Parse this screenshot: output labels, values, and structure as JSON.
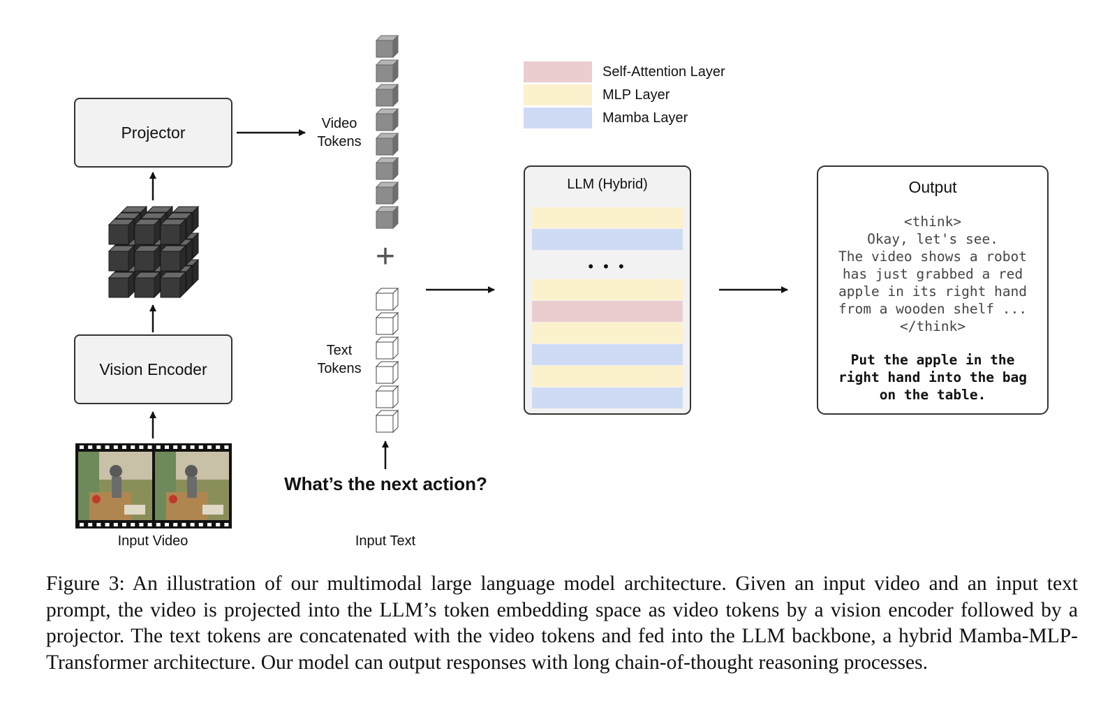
{
  "diagram": {
    "projector_label": "Projector",
    "vision_encoder_label": "Vision Encoder",
    "input_video_label": "Input Video",
    "input_text_label": "Input Text",
    "video_tokens_label": [
      "Video",
      "Tokens"
    ],
    "text_tokens_label": [
      "Text",
      "Tokens"
    ],
    "plus_symbol": "+",
    "question": "What’s the next action?",
    "legend": [
      {
        "label": "Self-Attention Layer",
        "color": "#ebcdd0"
      },
      {
        "label": "MLP Layer",
        "color": "#fcf1cd"
      },
      {
        "label": "Mamba Layer",
        "color": "#cfdbf4"
      }
    ],
    "llm": {
      "title": "LLM (Hybrid)",
      "ellipsis": "• • •",
      "layers_top": [
        "mlp",
        "mamba"
      ],
      "layers_bottom": [
        "mlp",
        "self-attention",
        "mlp",
        "mamba",
        "mlp",
        "mamba"
      ]
    },
    "output": {
      "title": "Output",
      "think_text": "<think>\nOkay, let's see.\nThe video shows a robot\nhas just grabbed a red\napple in its right hand\nfrom a wooden shelf ...\n</think>",
      "answer_text": "Put the apple in the\nright hand into the bag\non the table."
    },
    "video_token_count": 8,
    "text_token_count": 6,
    "colors": {
      "token_fill": "#8c8c8c",
      "cube_fill": "#3a3a3a",
      "box_fill": "#f2f2f2"
    }
  },
  "caption": "Figure 3: An illustration of our multimodal large language model architecture. Given an input video and an input text prompt, the video is projected into the LLM’s token embedding space as video tokens by a vision encoder followed by a projector. The text tokens are concatenated with the video tokens and fed into the LLM backbone, a hybrid Mamba-MLP-Transformer architecture. Our model can output responses with long chain-of-thought reasoning processes."
}
